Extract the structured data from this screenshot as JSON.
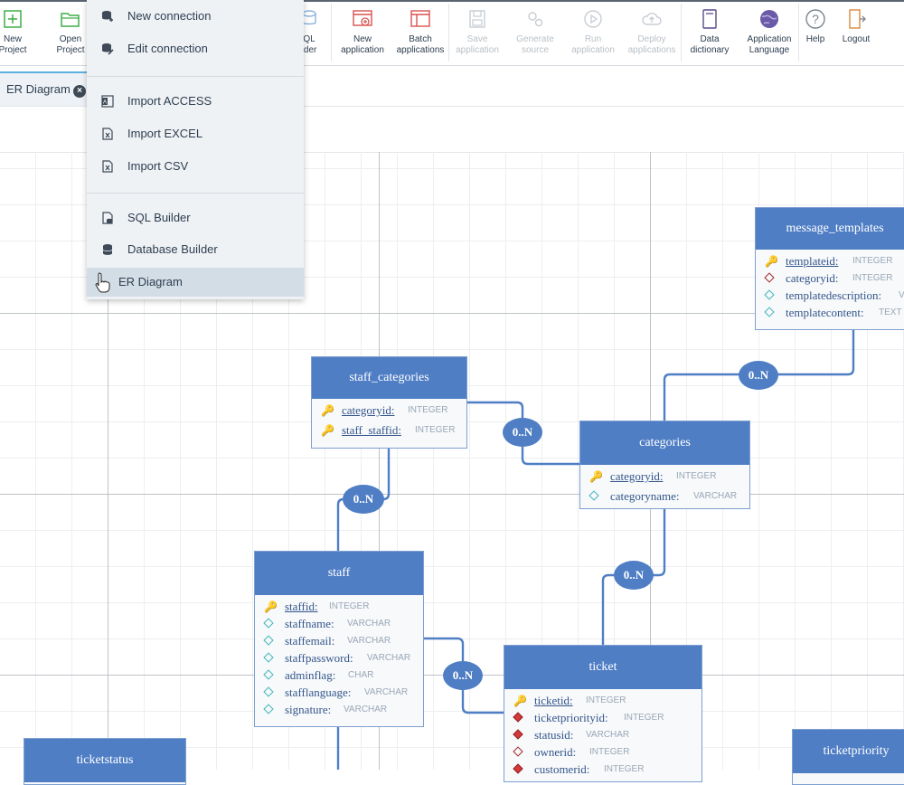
{
  "toolbar": {
    "new_project": "New\nProject",
    "open_project": "Open\nProject",
    "sql_builder_partial": "QL\nlder",
    "new_application": "New\napplication",
    "batch_applications": "Batch\napplications",
    "save_application": "Save\napplication",
    "generate_source": "Generate\nsource",
    "run_application": "Run\napplication",
    "deploy_applications": "Deploy\napplications",
    "data_dictionary": "Data\ndictionary",
    "application_language": "Application\nLanguage",
    "help": "Help",
    "logout": "Logout"
  },
  "menu": {
    "items": [
      {
        "label": "New connection",
        "icon": "database-plus-icon"
      },
      {
        "label": "Edit connection",
        "icon": "database-edit-icon"
      },
      {
        "label": "Import ACCESS",
        "icon": "access-file-icon"
      },
      {
        "label": "Import EXCEL",
        "icon": "excel-file-icon"
      },
      {
        "label": "Import CSV",
        "icon": "csv-file-icon"
      },
      {
        "label": "SQL Builder",
        "icon": "sql-builder-icon"
      },
      {
        "label": "Database Builder",
        "icon": "database-icon"
      },
      {
        "label": "ER Diagram",
        "icon": "hand-cursor-icon"
      }
    ]
  },
  "tabs": {
    "active": "ER Diagram"
  },
  "er": {
    "message_templates": {
      "title": "message_templates",
      "rows": [
        {
          "name": "templateid:",
          "type": "INTEGER",
          "kind": "pk"
        },
        {
          "name": "categoryid:",
          "type": "INTEGER",
          "kind": "fk"
        },
        {
          "name": "templatedescription:",
          "type": "VARCHAR",
          "kind": "col"
        },
        {
          "name": "templatecontent:",
          "type": "TEXT",
          "kind": "col"
        }
      ]
    },
    "staff_categories": {
      "title": "staff_categories",
      "rows": [
        {
          "name": "categoryid:",
          "type": "INTEGER",
          "kind": "pkfk"
        },
        {
          "name": "staff_staffid:",
          "type": "INTEGER",
          "kind": "pkfk"
        }
      ]
    },
    "categories": {
      "title": "categories",
      "rows": [
        {
          "name": "categoryid:",
          "type": "INTEGER",
          "kind": "pk"
        },
        {
          "name": "categoryname:",
          "type": "VARCHAR",
          "kind": "col"
        }
      ]
    },
    "staff": {
      "title": "staff",
      "rows": [
        {
          "name": "staffid:",
          "type": "INTEGER",
          "kind": "pk"
        },
        {
          "name": "staffname:",
          "type": "VARCHAR",
          "kind": "col"
        },
        {
          "name": "staffemail:",
          "type": "VARCHAR",
          "kind": "col"
        },
        {
          "name": "staffpassword:",
          "type": "VARCHAR",
          "kind": "col"
        },
        {
          "name": "adminflag:",
          "type": "CHAR",
          "kind": "col"
        },
        {
          "name": "stafflanguage:",
          "type": "VARCHAR",
          "kind": "col"
        },
        {
          "name": "signature:",
          "type": "VARCHAR",
          "kind": "col"
        }
      ]
    },
    "ticket": {
      "title": "ticket",
      "rows": [
        {
          "name": "ticketid:",
          "type": "INTEGER",
          "kind": "pk"
        },
        {
          "name": "ticketpriorityid:",
          "type": "INTEGER",
          "kind": "fkreq"
        },
        {
          "name": "statusid:",
          "type": "VARCHAR",
          "kind": "fkreq"
        },
        {
          "name": "ownerid:",
          "type": "INTEGER",
          "kind": "fk"
        },
        {
          "name": "customerid:",
          "type": "INTEGER",
          "kind": "fkreq"
        }
      ]
    },
    "ticketstatus": {
      "title": "ticketstatus"
    },
    "ticketpriority": {
      "title": "ticketpriority"
    },
    "cardinalities": [
      "0..N",
      "0..N",
      "0..N",
      "0..N",
      "0..N"
    ]
  }
}
